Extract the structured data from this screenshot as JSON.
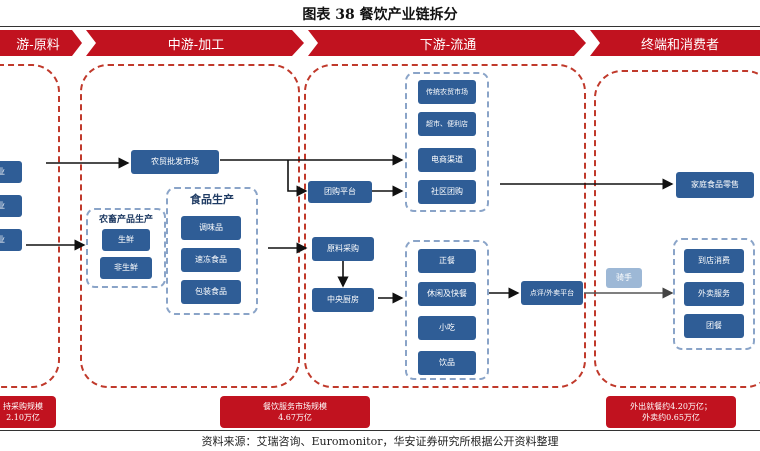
{
  "title": "图表 38 餐饮产业链拆分",
  "stages": {
    "upstream": "游-原料",
    "midstream": "中游-加工",
    "downstream": "下游-流通",
    "terminal": "终端和消费者"
  },
  "upstream_nodes": [
    "业",
    "业",
    "业"
  ],
  "mid": {
    "agri_wholesale": "农贸批发市场",
    "livestock_group": "农畜产品生产",
    "fresh": "生鲜",
    "nonfresh": "非生鲜",
    "food_group": "食品生产",
    "seasoning": "调味品",
    "frozen": "速冻食品",
    "packaged": "包装食品"
  },
  "down": {
    "traditional_market": "传统农贸市场",
    "supermarket": "超市、便利店",
    "ecommerce": "电商渠道",
    "community_group": "社区团购",
    "group_platform": "团购平台",
    "raw_purchase": "原料采购",
    "central_kitchen": "中央厨房",
    "formal_dining": "正餐",
    "leisure_fast": "休闲及快餐",
    "snack": "小吃",
    "drinks": "饮品",
    "review_platform": "点评/外卖平台"
  },
  "terminal": {
    "home_retail": "家庭食品零售",
    "rider": "骑手",
    "dine_in": "到店消费",
    "takeout_service": "外卖服务",
    "group_meal": "团餐"
  },
  "footers": {
    "left": [
      "持采购规模",
      "2.10万亿"
    ],
    "mid": [
      "餐饮服务市场规模",
      "4.67万亿"
    ],
    "right": [
      "外出就餐约4.20万亿；",
      "外卖约0.65万亿"
    ]
  },
  "source": "资料来源：艾瑞咨询、Euromonitor，华安证券研究所根据公开资料整理",
  "colors": {
    "stage_red": "#c1121f",
    "zone_border": "#c0392b",
    "node_blue": "#2f5d96",
    "group_border": "#8aa4c8"
  }
}
